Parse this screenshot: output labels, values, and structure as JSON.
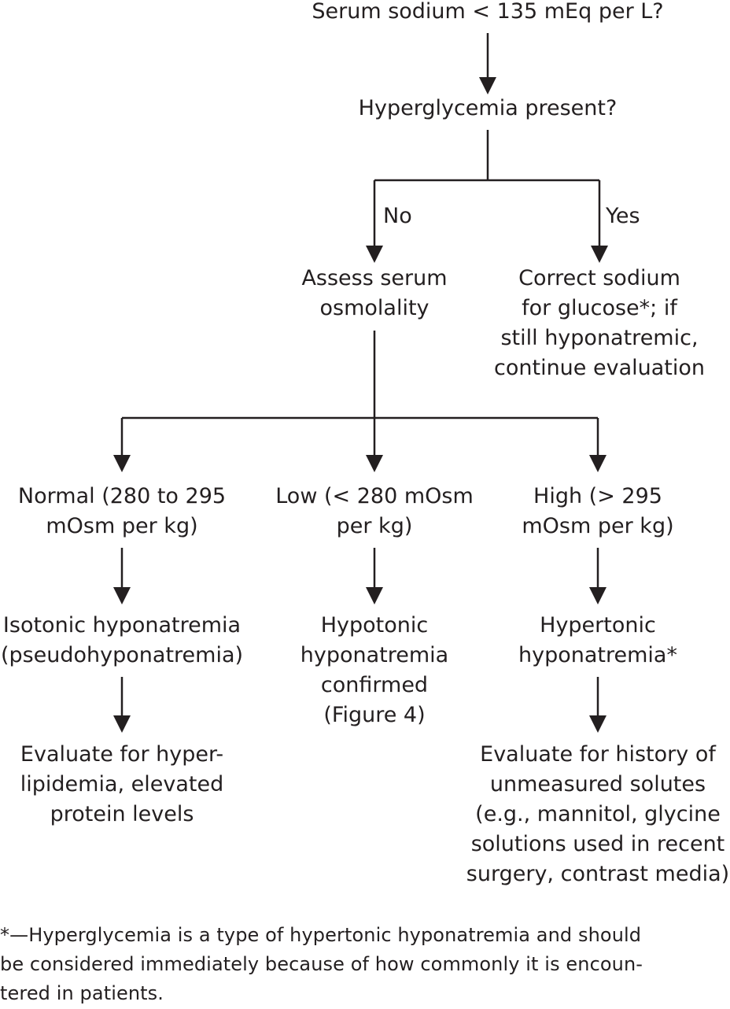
{
  "nodes": {
    "start": "Serum sodium < 135 mEq per L?",
    "hyperglycemia": "Hyperglycemia present?",
    "assess": "Assess serum\nosmolality",
    "correct": "Correct sodium\nfor glucose*; if\nstill hyponatremic,\ncontinue evaluation",
    "normal": "Normal (280 to 295\nmOsm per kg)",
    "low": "Low (< 280 mOsm\nper kg)",
    "high": "High (> 295\nmOsm per kg)",
    "isotonic": "Isotonic hyponatremia\n(pseudohyponatremia)",
    "hypotonic": "Hypotonic\nhyponatremia\nconfirmed\n(Figure 4)",
    "hypertonic": "Hypertonic\nhyponatremia*",
    "eval_lipid": "Evaluate for hyper-\nlipidemia, elevated\nprotein levels",
    "eval_solutes": "Evaluate for history of\nunmeasured solutes\n(e.g., mannitol, glycine\nsolutions used in recent\nsurgery, contrast media)"
  },
  "edge_labels": {
    "no": "No",
    "yes": "Yes"
  },
  "footnote": "*—Hyperglycemia is a type of hypertonic hyponatremia and should\nbe considered immediately because of how commonly it is encoun-\ntered in patients."
}
